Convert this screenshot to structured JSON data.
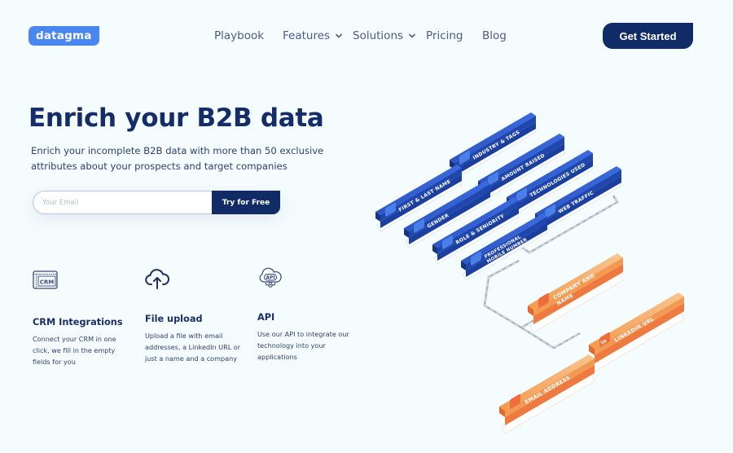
{
  "header": {
    "logo": "datagma",
    "nav": [
      {
        "label": "Playbook",
        "dropdown": false
      },
      {
        "label": "Features",
        "dropdown": true
      },
      {
        "label": "Solutions",
        "dropdown": true
      },
      {
        "label": "Pricing",
        "dropdown": false
      },
      {
        "label": "Blog",
        "dropdown": false
      }
    ],
    "cta_label": "Get Started"
  },
  "hero": {
    "title": "Enrich your B2B data",
    "subtitle": "Enrich your incomplete B2B data with more than 50 exclusive attributes about your prospects and target companies",
    "email_placeholder": "Your Email",
    "email_value": "",
    "submit_label": "Try for Free"
  },
  "features": [
    {
      "icon": "crm-icon",
      "icon_text": "CRM",
      "title": "CRM Integrations",
      "description": "Connect your CRM in one click, we fill in the empty fields for you"
    },
    {
      "icon": "cloud-upload-icon",
      "title": "File upload",
      "description": "Upload a file with email addresses, a LinkedIn URL or just a name and a company"
    },
    {
      "icon": "api-cloud-gear-icon",
      "icon_text": "API",
      "title": "API",
      "description": "Use our API to integrate our technology into your applications"
    }
  ],
  "illustration": {
    "output_attributes": [
      {
        "label": "INDUSTRY & TAGS",
        "icon": "tag-icon"
      },
      {
        "label": "AMOUNT RAISED",
        "icon": "dollar-icon"
      },
      {
        "label": "TECHNOLOGIES USED",
        "icon": "monitor-icon"
      },
      {
        "label": "WEB TRAFFIC",
        "icon": "traffic-icon"
      },
      {
        "label": "FIRST & LAST NAME",
        "icon": "id-icon"
      },
      {
        "label": "GENDER",
        "icon": "gender-icon"
      },
      {
        "label": "ROLE & SENIORITY",
        "icon": "briefcase-icon"
      },
      {
        "label": "PROFESSIONAL",
        "label_line2": "MOBILE NUMBER",
        "icon": "phone-icon"
      }
    ],
    "input_attributes": [
      {
        "label": "COMPANY AND",
        "label_line2": "NAME",
        "icon": "building-icon"
      },
      {
        "label": "LINKEDIN URL",
        "icon": "linkedin-icon",
        "icon_text": "in"
      },
      {
        "label": "EMAIL ADDRESS",
        "icon": "email-icon"
      }
    ],
    "colors": {
      "blue_top": "#2d5fcf",
      "blue_side": "#1b3f9e",
      "orange_top": "#f5a253",
      "orange_side": "#ee7a3f"
    }
  },
  "colors": {
    "background": "#f5fcfd",
    "navy": "#112b66",
    "logo_blue": "#4a86f0",
    "nav_text": "#4c5a86"
  }
}
